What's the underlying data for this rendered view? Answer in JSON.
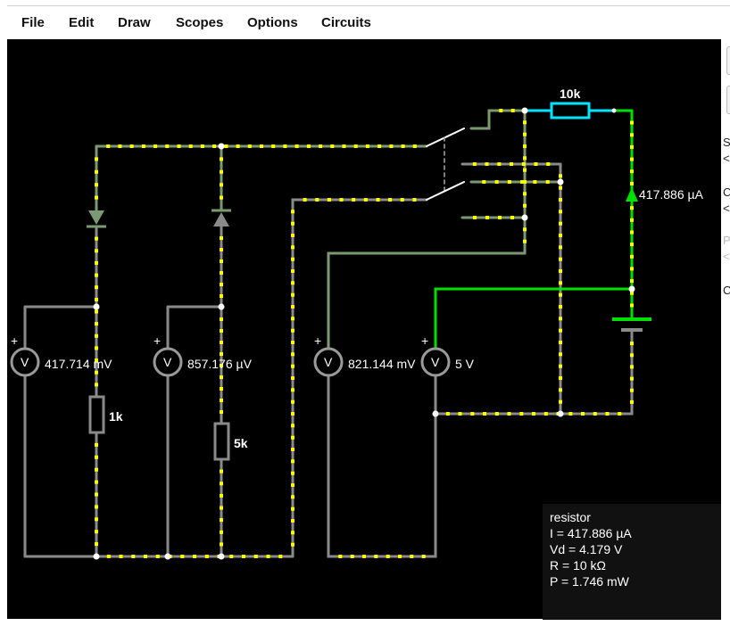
{
  "menu": [
    "File",
    "Edit",
    "Draw",
    "Scopes",
    "Options",
    "Circuits"
  ],
  "colors": {
    "background": "#000000",
    "wire": "#7a9a72",
    "wire_off": "#8a8a8a",
    "current_dots": "#ffff00",
    "active_wire": "#00e000",
    "selected": "#00e5ff",
    "info_bg": "#111111"
  },
  "components": {
    "resistor_top": "10k",
    "resistor_1": "1k",
    "resistor_2": "5k",
    "ammeter_reading": "417.886 µA",
    "voltmeter_symbol": "V",
    "voltmeter_1": "417.714 mV",
    "voltmeter_2": "857.176 µV",
    "voltmeter_3": "821.144 mV",
    "voltmeter_4": "5 V",
    "plus": "+"
  },
  "side_panel": [
    "S",
    "<",
    "C",
    "<",
    "P",
    "<",
    "C"
  ],
  "info": {
    "title": "resistor",
    "current": "I = 417.886 µA",
    "vd": "Vd = 4.179 V",
    "r": "R = 10 kΩ",
    "p": "P = 1.746 mW"
  }
}
